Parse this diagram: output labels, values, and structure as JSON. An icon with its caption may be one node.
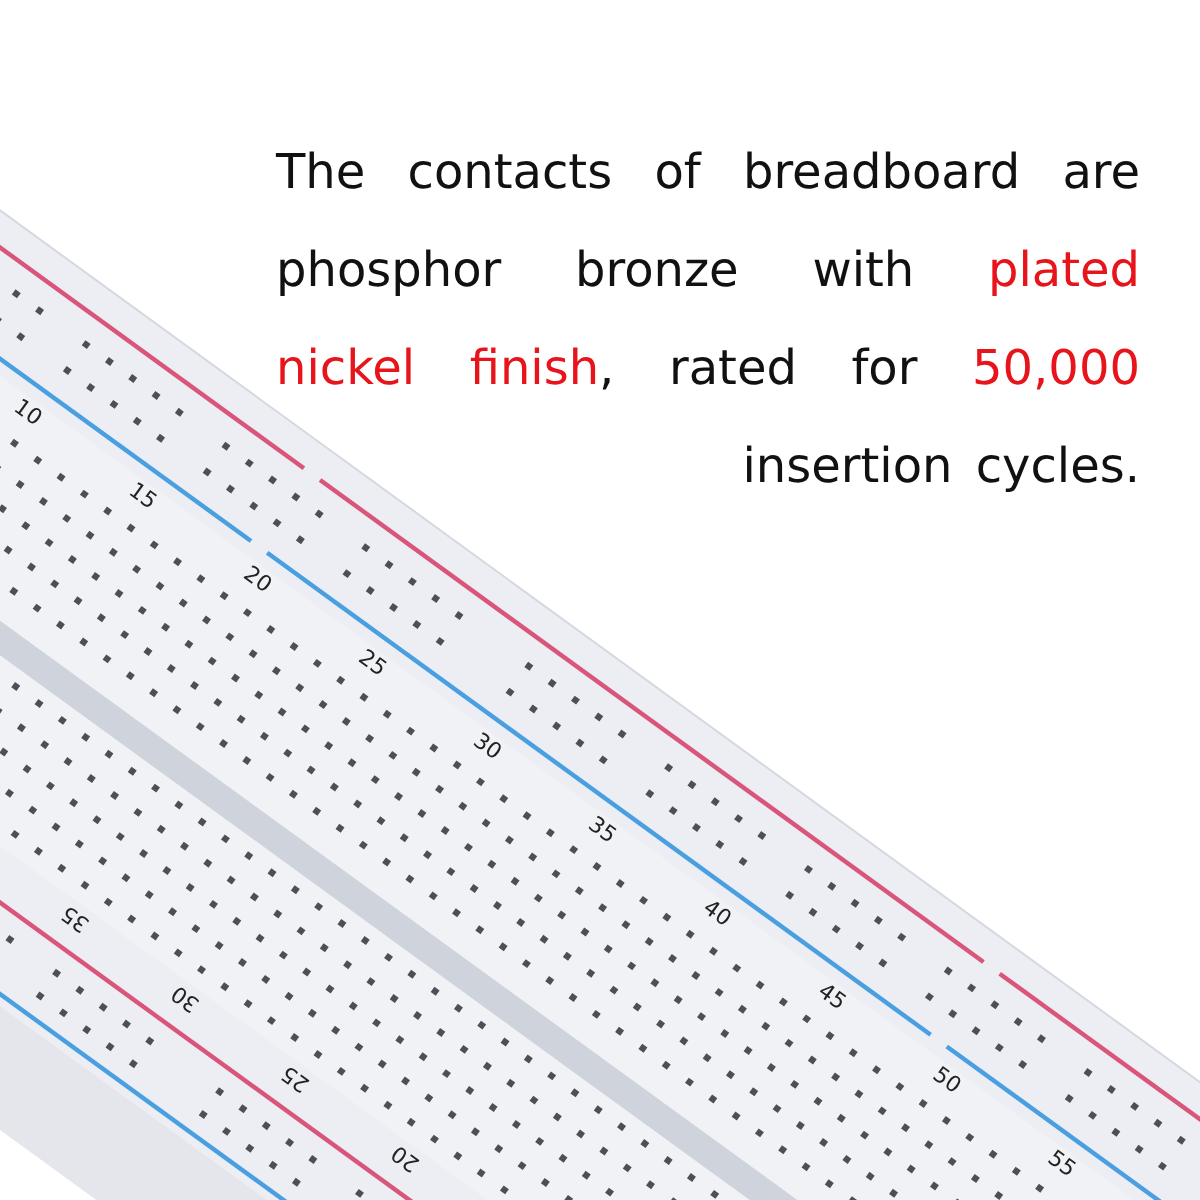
{
  "diagram": {
    "labels": [
      "The contacts of breadboard are phosphor bronze with **plated nickel finish**, rated for **50,000** insertion cycles.",
      "10",
      "15",
      "20",
      "25",
      "30",
      "35",
      "40",
      "45",
      "50",
      "55",
      "35",
      "30",
      "25",
      "20"
    ]
  }
}
